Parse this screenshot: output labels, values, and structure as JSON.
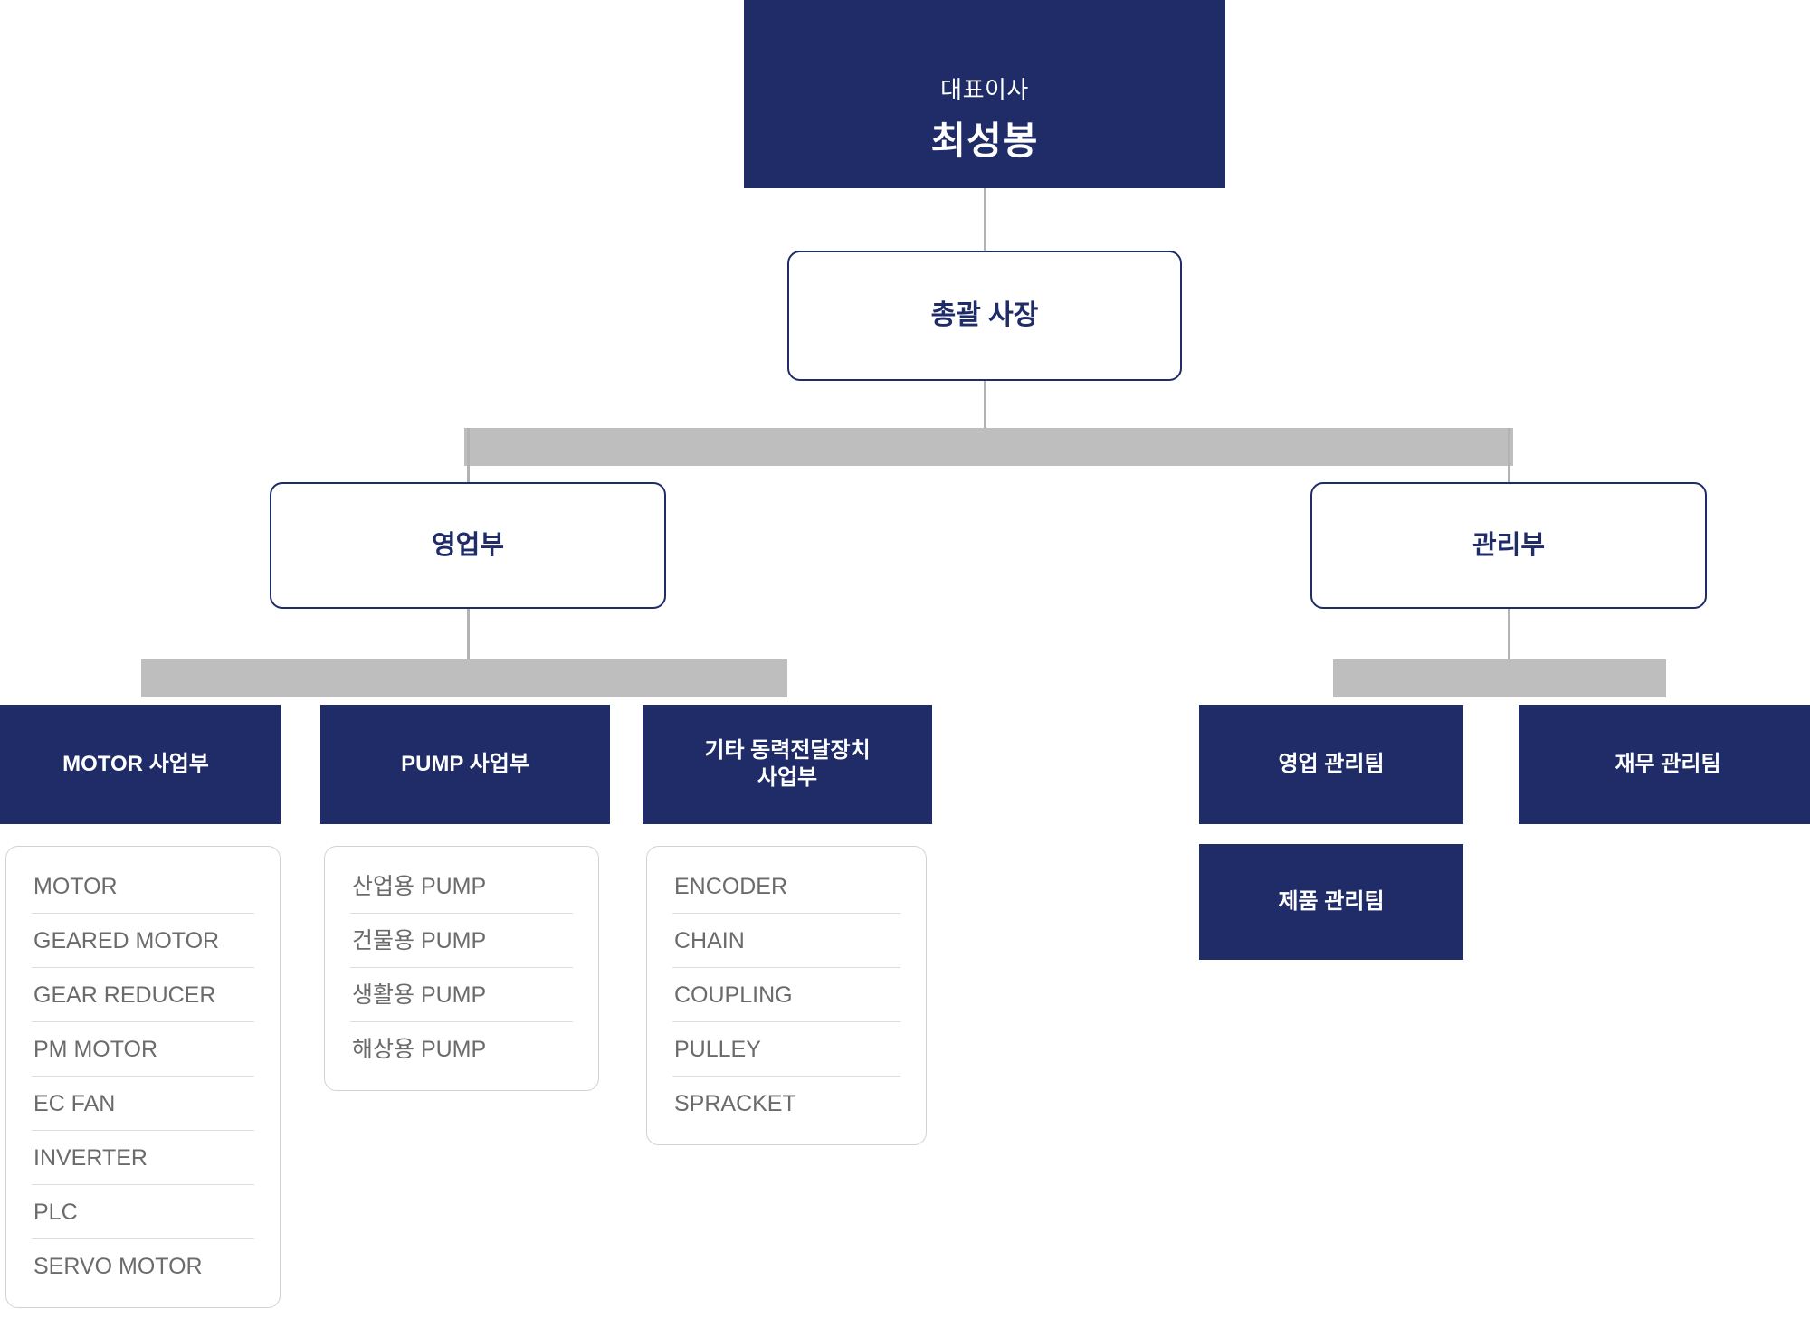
{
  "colors": {
    "navy": "#1f2c68",
    "gray_bar": "#bebebe",
    "line": "#b3b3b3",
    "card_border": "#d2d2d2",
    "product_text": "#6b6b6b"
  },
  "org": {
    "ceo": {
      "title": "대표이사",
      "name": "최성봉"
    },
    "president": {
      "label": "총괄 사장"
    },
    "divisions": [
      {
        "label": "영업부"
      },
      {
        "label": "관리부"
      }
    ],
    "sales_departments": [
      {
        "label": "MOTOR 사업부"
      },
      {
        "label": "PUMP 사업부"
      },
      {
        "label_line1": "기타 동력전달장치",
        "label_line2": "사업부"
      }
    ],
    "admin_teams": [
      {
        "label": "영업 관리팀"
      },
      {
        "label": "재무 관리팀"
      },
      {
        "label": "제품 관리팀"
      }
    ],
    "product_lists": [
      {
        "owner": "MOTOR 사업부",
        "items": [
          "MOTOR",
          "GEARED MOTOR",
          "GEAR REDUCER",
          "PM MOTOR",
          "EC FAN",
          "INVERTER",
          "PLC",
          "SERVO MOTOR"
        ]
      },
      {
        "owner": "PUMP 사업부",
        "items": [
          "산업용 PUMP",
          "건물용 PUMP",
          "생활용 PUMP",
          "해상용 PUMP"
        ]
      },
      {
        "owner": "기타 동력전달장치 사업부",
        "items": [
          "ENCODER",
          "CHAIN",
          "COUPLING",
          "PULLEY",
          "SPRACKET"
        ]
      }
    ]
  }
}
